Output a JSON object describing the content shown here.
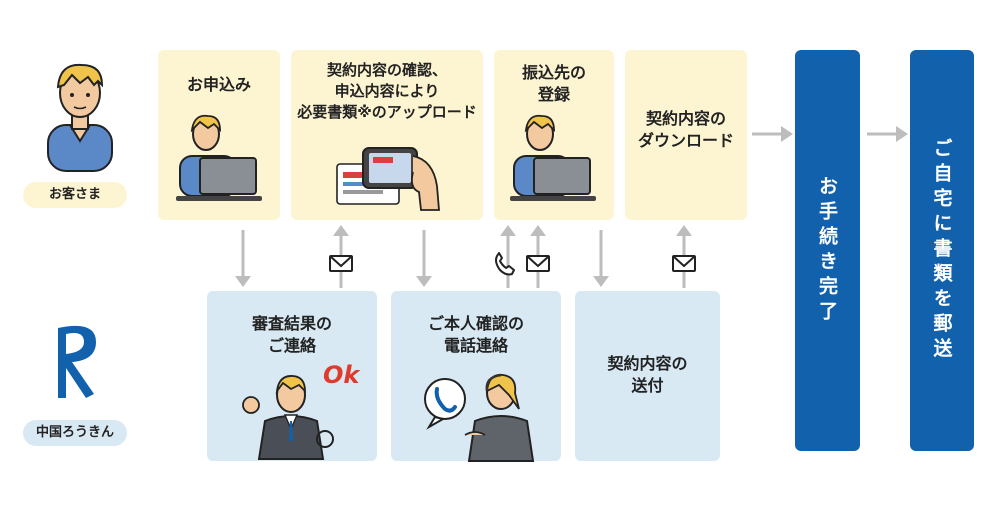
{
  "actors": {
    "customer": {
      "label": "お客さま"
    },
    "bank": {
      "label": "中国ろうきん"
    }
  },
  "customer_steps": [
    {
      "title": "お申込み"
    },
    {
      "title": "契約内容の確認、\n申込内容により\n必要書類※のアップロード"
    },
    {
      "title": "振込先の\n登録"
    },
    {
      "title": "契約内容の\nダウンロード"
    }
  ],
  "bank_steps": [
    {
      "title": "審査結果の\nご連絡"
    },
    {
      "title": "ご本人確認の\n電話連絡"
    },
    {
      "title": "契約内容の\n送付"
    }
  ],
  "final_steps": [
    {
      "title": "お手続き完了"
    },
    {
      "title": "ご自宅に書類を郵送"
    }
  ],
  "illustration_text": {
    "ok_sign": "Ok"
  },
  "colors": {
    "customer_box": "#fdf5d2",
    "bank_box": "#d8e9f4",
    "final_box": "#1261ad",
    "arrow": "#bdbdbd",
    "logo": "#1261ad"
  },
  "icons": [
    "mail-icon",
    "phone-icon",
    "logo-mark"
  ]
}
